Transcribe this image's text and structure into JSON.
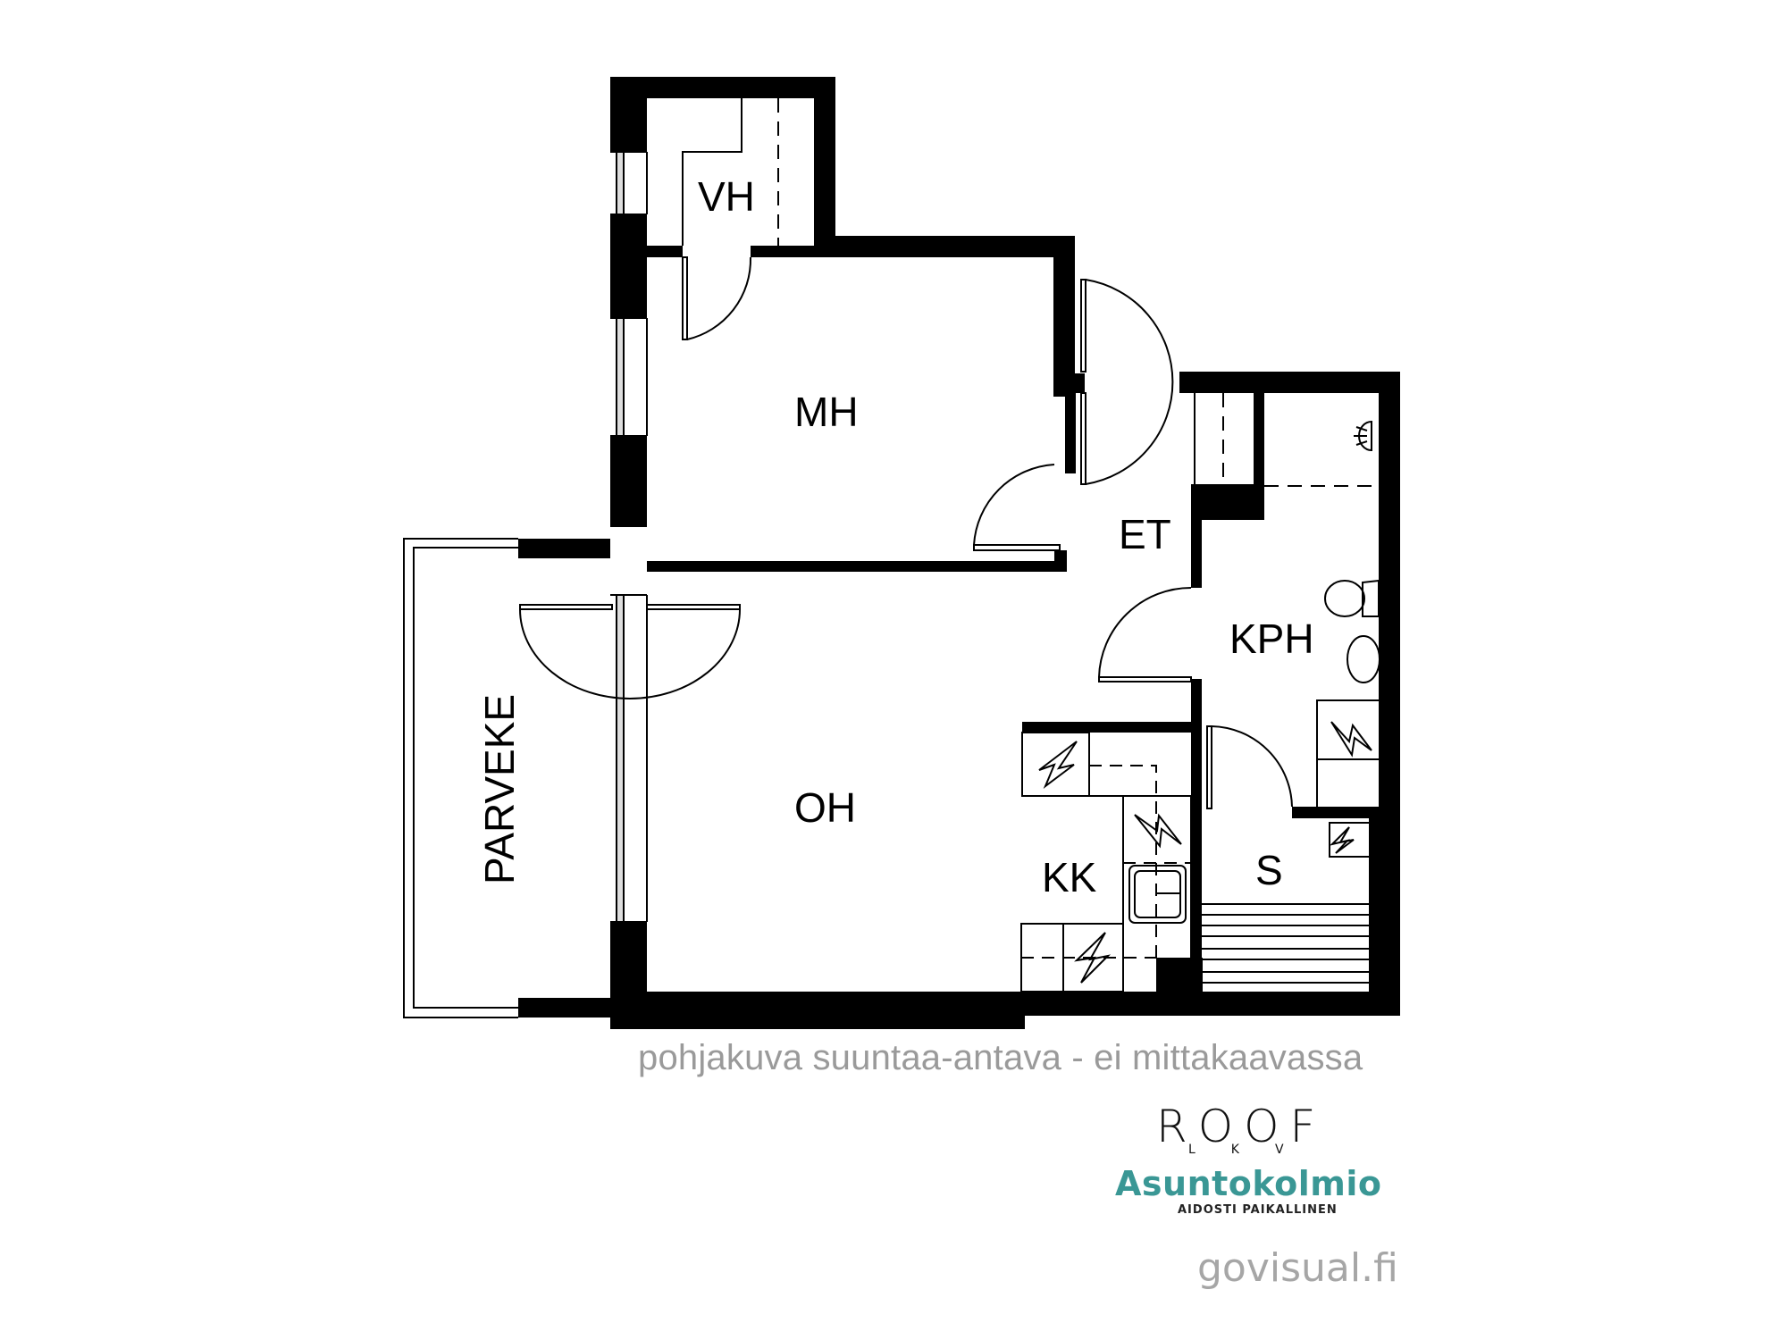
{
  "floorplan": {
    "rooms": {
      "vh": "VH",
      "mh": "MH",
      "et": "ET",
      "kph": "KPH",
      "oh": "OH",
      "kk": "KK",
      "s": "S",
      "parveke": "PARVEKE"
    },
    "symbols": [
      "shower-icon",
      "toilet-icon",
      "washbasin-icon",
      "appliance-electric-icon",
      "kitchen-sink-icon",
      "sauna-bench-icon"
    ]
  },
  "footer": {
    "disclaimer": "pohjakuva suuntaa-antava - ei mittakaavassa",
    "logos": {
      "roof": "ROOF",
      "roof_sub": "LKV",
      "asuntokolmio": "Asuntokolmio",
      "asuntokolmio_sub": "AIDOSTI PAIKALLINEN",
      "govisual": "govisual.fi"
    }
  },
  "colors": {
    "wall": "#000000",
    "disclaimer_text": "#9a9a9a",
    "asuntokolmio_brand": "#3a9795",
    "govisual_text": "#a6a6a6"
  }
}
